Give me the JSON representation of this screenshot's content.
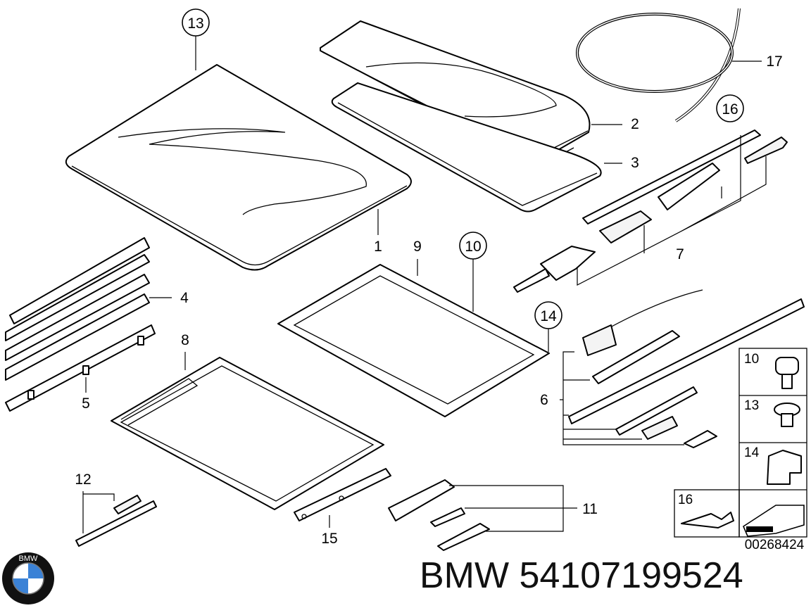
{
  "callouts": {
    "c1": "1",
    "c2": "2",
    "c3": "3",
    "c4": "4",
    "c5": "5",
    "c6": "6",
    "c7": "7",
    "c8": "8",
    "c9": "9",
    "c10": "10",
    "c11": "11",
    "c12": "12",
    "c13": "13",
    "c14": "14",
    "c15": "15",
    "c16": "16",
    "c17": "17"
  },
  "legend": {
    "l10": "10",
    "l13": "13",
    "l14": "14",
    "l16": "16"
  },
  "drawing_number": "00268424",
  "logo_text": "BMW",
  "footer": {
    "brand": "BMW",
    "part_number": "54107199524"
  }
}
